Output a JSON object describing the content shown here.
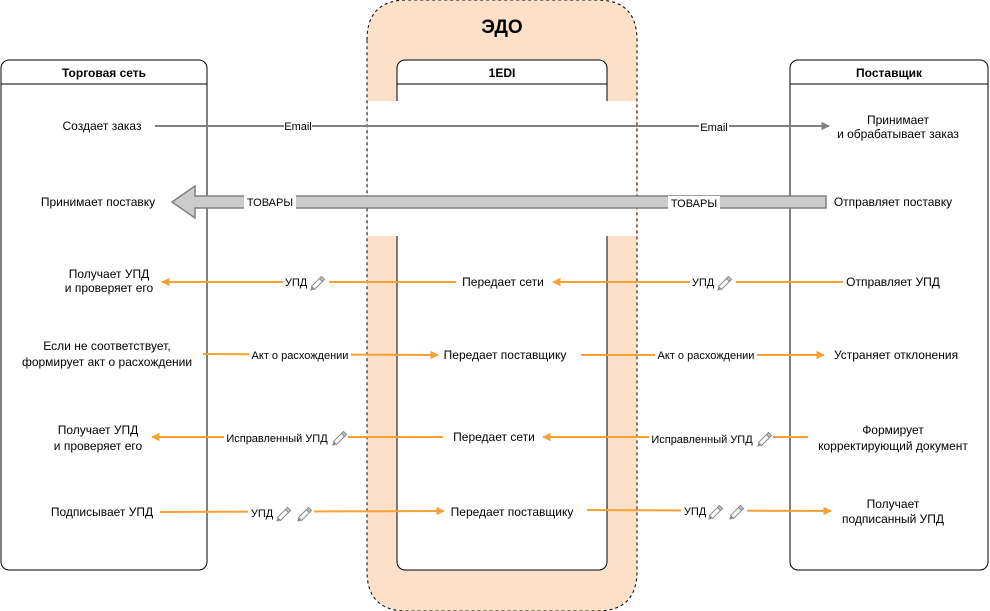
{
  "edo": {
    "title": "ЭДО"
  },
  "lanes": {
    "retail": "Торговая сеть",
    "edi": "1EDI",
    "supplier": "Поставщик"
  },
  "rows": {
    "r1": {
      "retail": "Создает заказ",
      "edge_left": "Email",
      "edge_right": "Email",
      "supplier_1": "Принимает",
      "supplier_2": "и обрабатывает заказ"
    },
    "r2": {
      "retail": "Принимает поставку",
      "edge_left": "ТОВАРЫ",
      "edge_right": "ТОВАРЫ",
      "supplier": "Отправляет поставку"
    },
    "r3": {
      "retail_1": "Получает УПД",
      "retail_2": "и проверяет его",
      "edge_left": "УПД",
      "edi": "Передает сети",
      "edge_right": "УПД",
      "supplier": "Отправляет УПД"
    },
    "r4": {
      "retail_1": "Если не соответствует,",
      "retail_2": "формирует акт о расхождении",
      "edge_left": "Акт о расхождении",
      "edi": "Передает поставщику",
      "edge_right": "Акт о расхождении",
      "supplier": "Устраняет отклонения"
    },
    "r5": {
      "retail_1": "Получает УПД",
      "retail_2": "и проверяет его",
      "edge_left": "Исправленный УПД",
      "edi": "Передает сети",
      "edge_right": "Исправленный УПД",
      "supplier_1": "Формирует",
      "supplier_2": "корректирующий документ"
    },
    "r6": {
      "retail": "Подписывает УПД",
      "edge_left": "УПД",
      "edi": "Передает поставщику",
      "edge_right": "УПД",
      "supplier_1": "Получает",
      "supplier_2": "подписанный УПД"
    }
  },
  "colors": {
    "orange": "#f7a033",
    "edo_fill": "#fde0c8",
    "gray": "#808080",
    "goods_fill": "#cccccc",
    "pen": "#8a8a8a"
  },
  "icons": {
    "signature": "pen-icon"
  }
}
